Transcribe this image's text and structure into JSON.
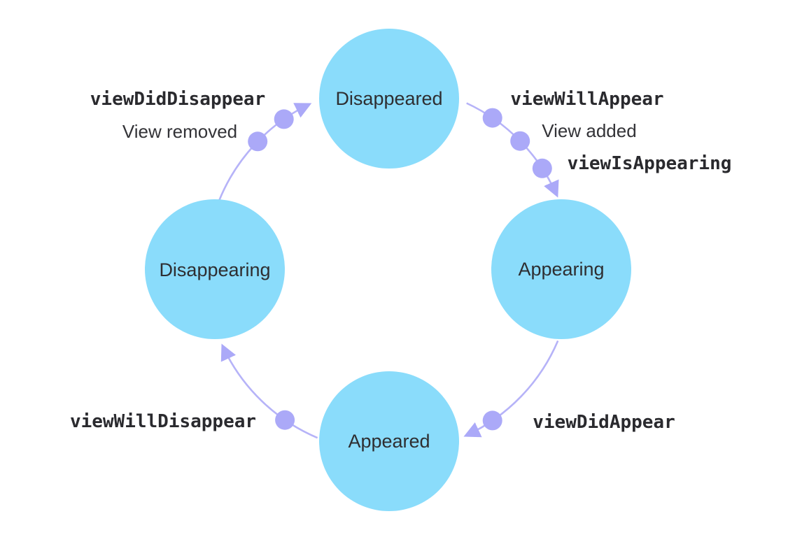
{
  "diagram": {
    "type": "state-cycle",
    "subject": "view-controller-lifecycle",
    "colors": {
      "background": "#FFFFFF",
      "node_fill": "#8ADCFB",
      "accent": "#ABA9F8",
      "arc": "#B6B3F8",
      "text_dark": "#2E2E31"
    },
    "nodes": {
      "top": {
        "label": "Disappeared"
      },
      "right": {
        "label": "Appearing"
      },
      "bottom": {
        "label": "Appeared"
      },
      "left": {
        "label": "Disappearing"
      }
    },
    "transitions": {
      "disappeared_to_appearing": {
        "from": "Disappeared",
        "to": "Appearing",
        "method_1": "viewWillAppear",
        "annotation": "View added",
        "method_2": "viewIsAppearing",
        "dot_count": 3
      },
      "appearing_to_appeared": {
        "from": "Appearing",
        "to": "Appeared",
        "method": "viewDidAppear",
        "dot_count": 1
      },
      "appeared_to_disappearing": {
        "from": "Appeared",
        "to": "Disappearing",
        "method": "viewWillDisappear",
        "dot_count": 1
      },
      "disappearing_to_disappeared": {
        "from": "Disappearing",
        "to": "Disappeared",
        "method": "viewDidDisappear",
        "annotation": "View removed",
        "dot_count": 2
      }
    }
  }
}
